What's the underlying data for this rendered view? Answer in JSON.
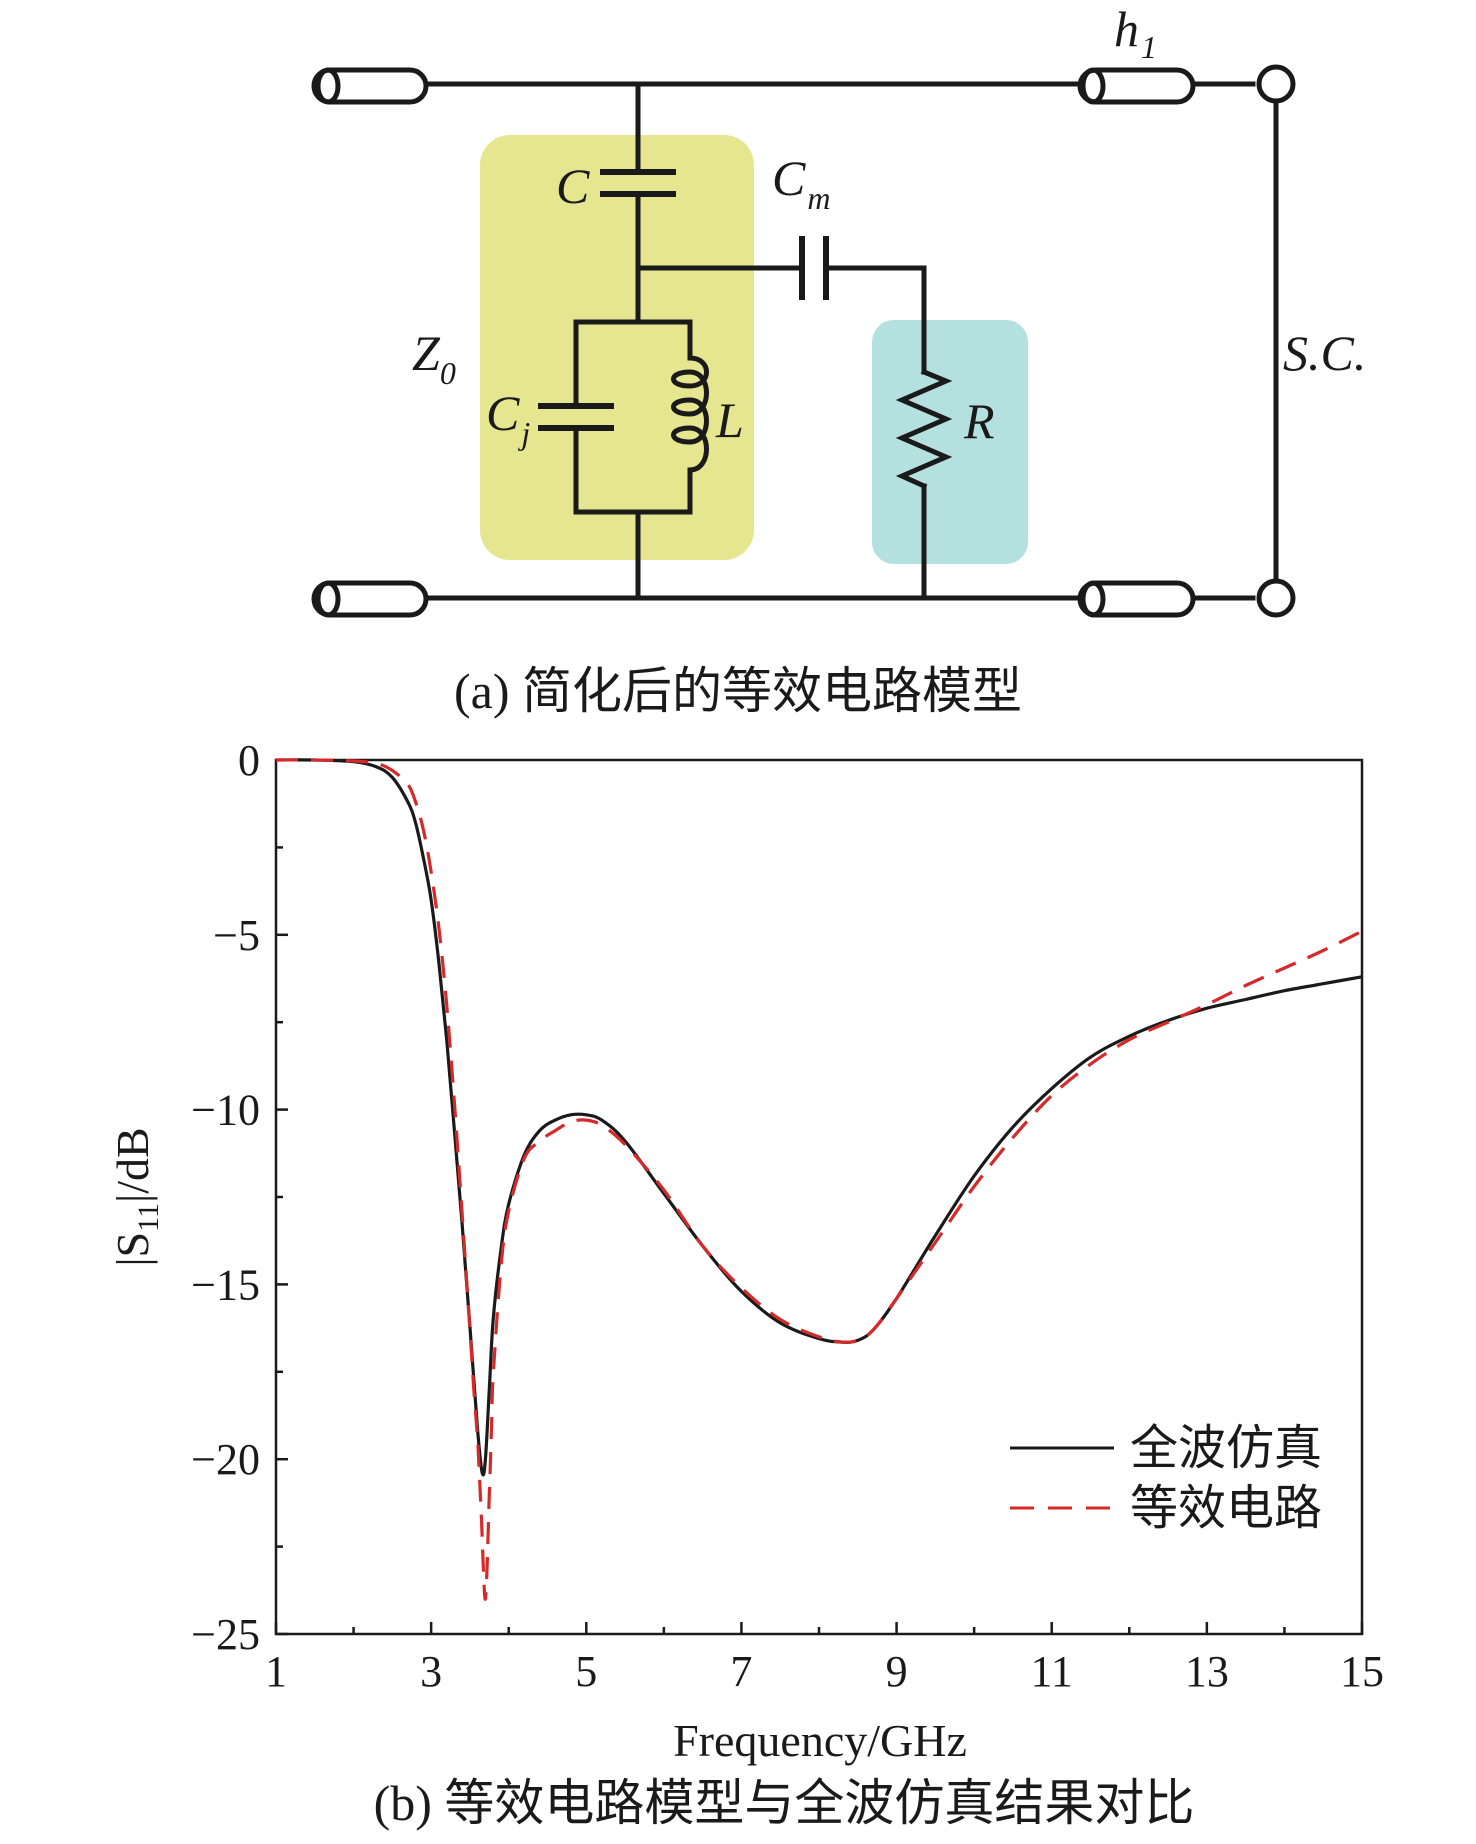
{
  "colors": {
    "green_box": "#e6e690",
    "blue_box": "#b4e0e0",
    "full_wave": "#1a1a1a",
    "circuit": "#d62a2a"
  },
  "circuit": {
    "caption": "(a) 简化后的等效电路模型",
    "labels": {
      "c": "C",
      "cm_main": "C",
      "cm_sub": "m",
      "h1_main": "h",
      "h1_sub": "1",
      "z0_main": "Z",
      "z0_sub": "0",
      "cj_main": "C",
      "cj_sub": "j",
      "l": "L",
      "r": "R",
      "sc": "S.C."
    }
  },
  "chart_caption": "(b) 等效电路模型与全波仿真结果对比",
  "chart_data": {
    "type": "line",
    "xlabel": "Frequency/GHz",
    "ylabel_pre": "|S",
    "ylabel_sub": "11",
    "ylabel_post": "|/dB",
    "xlim": [
      1,
      15
    ],
    "ylim": [
      -25,
      0
    ],
    "xticks": [
      1,
      3,
      5,
      7,
      9,
      11,
      13,
      15
    ],
    "yticks": [
      0,
      -5,
      -10,
      -15,
      -20,
      -25
    ],
    "ytick_labels": [
      "0",
      "−5",
      "−10",
      "−15",
      "−20",
      "−25"
    ],
    "grid": false,
    "legend_position": "bottom-right",
    "series": [
      {
        "name": "全波仿真",
        "style": "solid",
        "x": [
          1.0,
          1.5,
          2.0,
          2.3,
          2.5,
          2.7,
          2.8,
          2.9,
          3.0,
          3.1,
          3.2,
          3.3,
          3.4,
          3.5,
          3.6,
          3.66,
          3.7,
          3.75,
          3.8,
          3.9,
          4.0,
          4.2,
          4.4,
          4.6,
          4.8,
          5.0,
          5.2,
          5.5,
          6.0,
          6.5,
          7.0,
          7.5,
          8.0,
          8.3,
          8.5,
          8.7,
          9.0,
          9.5,
          10.0,
          10.5,
          11.0,
          11.5,
          12.0,
          12.5,
          13.0,
          13.5,
          14.0,
          14.5,
          15.0
        ],
        "y": [
          0.0,
          0.0,
          -0.05,
          -0.2,
          -0.5,
          -1.2,
          -1.8,
          -2.8,
          -4.0,
          -5.8,
          -8.0,
          -10.6,
          -13.3,
          -16.2,
          -19.2,
          -20.4,
          -20.0,
          -18.0,
          -16.0,
          -14.0,
          -12.7,
          -11.3,
          -10.6,
          -10.3,
          -10.15,
          -10.15,
          -10.3,
          -10.9,
          -12.4,
          -13.9,
          -15.2,
          -16.1,
          -16.55,
          -16.65,
          -16.6,
          -16.3,
          -15.4,
          -13.6,
          -11.9,
          -10.5,
          -9.4,
          -8.5,
          -7.9,
          -7.45,
          -7.1,
          -6.85,
          -6.6,
          -6.4,
          -6.2
        ]
      },
      {
        "name": "等效电路",
        "style": "dashed",
        "x": [
          1.0,
          1.5,
          2.0,
          2.3,
          2.5,
          2.7,
          2.8,
          2.9,
          3.0,
          3.1,
          3.2,
          3.3,
          3.4,
          3.5,
          3.55,
          3.6,
          3.63,
          3.65,
          3.7,
          3.75,
          3.78,
          3.8,
          3.9,
          4.0,
          4.2,
          4.4,
          4.6,
          4.8,
          5.0,
          5.2,
          5.5,
          6.0,
          6.5,
          7.0,
          7.5,
          8.0,
          8.3,
          8.5,
          8.7,
          9.0,
          9.5,
          10.0,
          10.5,
          11.0,
          11.5,
          12.0,
          12.5,
          13.0,
          13.5,
          14.0,
          14.5,
          15.0
        ],
        "y": [
          0.0,
          0.0,
          -0.03,
          -0.1,
          -0.3,
          -0.7,
          -1.2,
          -2.0,
          -3.2,
          -4.8,
          -7.0,
          -9.8,
          -13.0,
          -16.3,
          -18.0,
          -19.5,
          -20.8,
          -21.8,
          -24.0,
          -21.0,
          -19.0,
          -17.6,
          -14.5,
          -12.9,
          -11.4,
          -10.9,
          -10.6,
          -10.35,
          -10.3,
          -10.45,
          -11.0,
          -12.3,
          -13.9,
          -15.1,
          -16.0,
          -16.5,
          -16.65,
          -16.6,
          -16.3,
          -15.4,
          -13.8,
          -12.2,
          -10.8,
          -9.6,
          -8.7,
          -8.0,
          -7.5,
          -7.0,
          -6.45,
          -5.95,
          -5.45,
          -4.9
        ]
      }
    ]
  }
}
